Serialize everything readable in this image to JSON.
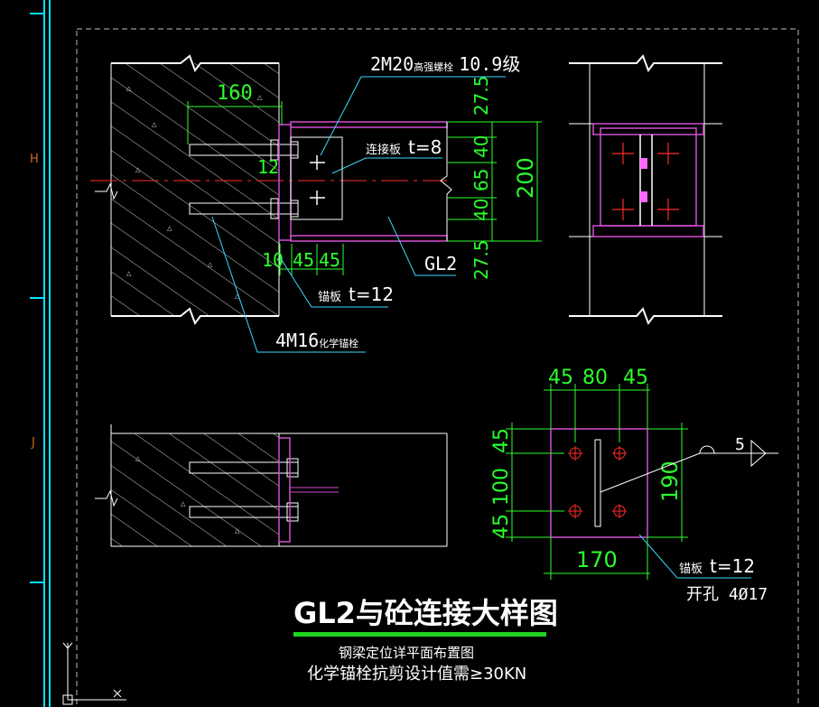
{
  "grid_labels": {
    "h": "H",
    "j": "J"
  },
  "labels": {
    "bolt_callout": "2M20",
    "bolt_callout_note": "高强螺栓",
    "bolt_grade": "10.9级",
    "plate_connect": "连接板",
    "plate_connect_t": "t=8",
    "beam_name": "GL2",
    "anchor_plate": "锚板",
    "anchor_plate_t": "t=12",
    "anchor_bolt": "4M16",
    "anchor_bolt_note": "化学锚栓",
    "dim_160": "160",
    "dim_12": "12",
    "dim_10": "10",
    "dim_45a": "45",
    "dim_45b": "45",
    "dim_27_5_top": "27.5",
    "dim_40_top": "40",
    "dim_65": "65",
    "dim_40_bottom": "40",
    "dim_27_5_bottom": "27.5",
    "dim_200": "200",
    "plan_top_45a": "45",
    "plan_top_80": "80",
    "plan_top_45b": "45",
    "plan_left_45a": "45",
    "plan_left_100": "100",
    "plan_left_45b": "45",
    "plan_right_190": "190",
    "plan_bottom_170": "170",
    "weld_size": "5",
    "plan_anchor_plate": "锚板",
    "plan_anchor_plate_t": "t=12",
    "plan_holes": "开孔 4Ø17"
  },
  "title": {
    "main": "GL2与砼连接大样图",
    "note1": "钢梁定位详平面布置图",
    "note2": "化学锚栓抗剪设计值需≥30KN"
  },
  "colors": {
    "background": "#000000",
    "grid_line": "#00e5ff",
    "concrete": "#ffffff",
    "steel": "#d24dd2",
    "dimension": "#2bff2b",
    "leader": "#38d9ff",
    "text": "#ffffff",
    "center_line": "#ff2a2a",
    "axis_label": "#d2691e",
    "title_underline": "#1fd41f"
  }
}
